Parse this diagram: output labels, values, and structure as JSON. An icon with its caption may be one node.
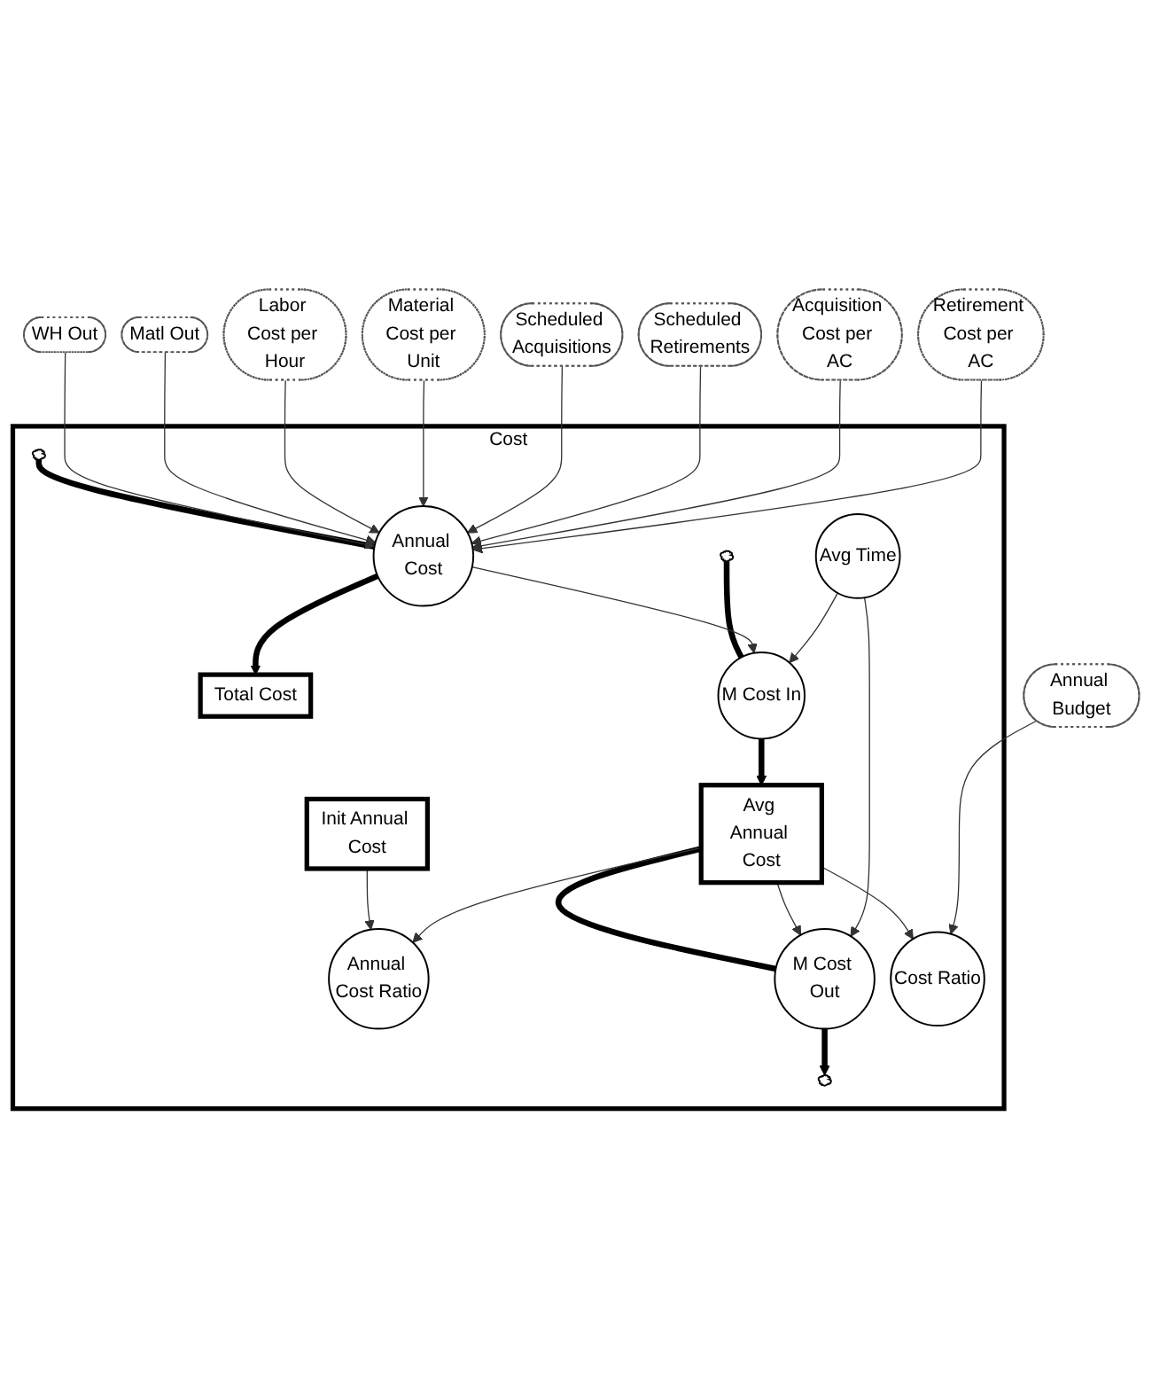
{
  "diagram": {
    "nodes": [
      {
        "text": [
          "WH Out"
        ]
      },
      {
        "text": [
          "Matl Out"
        ]
      },
      {
        "text": [
          "Labor Cost per Hour"
        ]
      },
      {
        "text": [
          "Material Cost per Unit"
        ]
      },
      {
        "text": [
          "Cost"
        ]
      },
      {
        "text": [],
        "shape": "cloud",
        "in": 4
      },
      {
        "text": [
          "Total Cost"
        ],
        "in": 4
      },
      {
        "text": [
          "Init Annual Cost"
        ],
        "in": 4
      },
      {
        "text": [
          "Annual Cost"
        ],
        "in": 4
      },
      {
        "text": [
          "Annual Cost Ratio"
        ],
        "in": 4
      },
      {
        "text": [],
        "shape": "cloud",
        "in": 4
      },
      {
        "text": [
          "Avg Annual Cost"
        ],
        "in": 4
      },
      {
        "text": [],
        "shape": "cloud",
        "in": 4
      },
      {
        "text": [
          "M Cost In"
        ],
        "in": 4
      },
      {
        "text": [
          "M Cost Out"
        ],
        "in": 4
      },
      {
        "text": [
          "Avg Time"
        ],
        "in": 4
      },
      {
        "text": [
          "Cost Ratio"
        ],
        "in": 4
      },
      {
        "text": [
          "Scheduled Acquisitions"
        ]
      },
      {
        "text": [
          "Scheduled Retirements"
        ]
      },
      {
        "text": [
          "Acquisition Cost per AC"
        ]
      },
      {
        "text": [
          "Annual Budget"
        ]
      },
      {
        "text": [
          "Retirement Cost per AC"
        ]
      }
    ],
    "edges": [
      {
        "from": 5,
        "to": 8,
        "arrow": "none",
        "style": "thick"
      },
      {
        "from": 8,
        "to": 6,
        "arrow": "to",
        "style": "thick"
      },
      {
        "from": 10,
        "to": 13,
        "arrow": "none",
        "style": "thick"
      },
      {
        "from": 13,
        "to": 11,
        "arrow": "to",
        "style": "thick"
      },
      {
        "from": 11,
        "to": 14,
        "arrow": "none",
        "style": "thick"
      },
      {
        "from": 14,
        "to": 12,
        "arrow": "to",
        "style": "thick"
      },
      {
        "from": 0,
        "to": 8,
        "arrow": "to"
      },
      {
        "from": 1,
        "to": 8,
        "arrow": "to"
      },
      {
        "from": 2,
        "to": 8,
        "arrow": "to"
      },
      {
        "from": 3,
        "to": 8,
        "arrow": "to"
      },
      {
        "from": 17,
        "to": 8,
        "arrow": "to"
      },
      {
        "from": 18,
        "to": 8,
        "arrow": "to"
      },
      {
        "from": 19,
        "to": 8,
        "arrow": "to"
      },
      {
        "from": 21,
        "to": 8,
        "arrow": "to"
      },
      {
        "from": 8,
        "to": 13,
        "arrow": "to"
      },
      {
        "from": 7,
        "to": 9,
        "arrow": "to"
      },
      {
        "from": 11,
        "to": 9,
        "arrow": "to"
      },
      {
        "from": 11,
        "to": 14,
        "arrow": "to"
      },
      {
        "from": 11,
        "to": 16,
        "arrow": "to"
      },
      {
        "from": 15,
        "to": 13,
        "arrow": "to"
      },
      {
        "from": 15,
        "to": 14,
        "arrow": "to"
      },
      {
        "from": 20,
        "to": 16,
        "arrow": "to"
      }
    ]
  }
}
